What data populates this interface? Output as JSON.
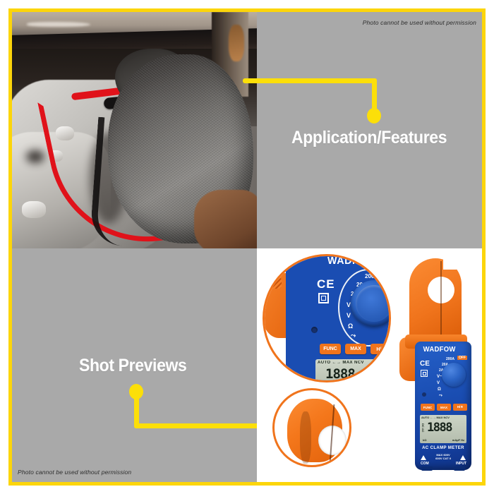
{
  "poster": {
    "frame_color": "#fcd50a",
    "panel_gray": "#a9a9a9",
    "accent_yellow": "#fcdf09",
    "product_orange": "#f0741c",
    "product_blue": "#1a4db2"
  },
  "watermark": {
    "top": "Photo cannot be used without permission",
    "bottom": "Photo cannot be used without permission"
  },
  "sections": {
    "application": {
      "heading": "Application/Features"
    },
    "shot_previews": {
      "heading": "Shot Previews"
    }
  },
  "product": {
    "brand": "WADFOW",
    "type_label": "AC CLAMP METER",
    "rating_line1": "MAX 600V",
    "rating_line2": "600V CAT II",
    "terminals": {
      "left": "COM",
      "right": "INPUT"
    },
    "certifications": {
      "ce": "CE",
      "double_insulation": "double-insulation-symbol"
    },
    "dial": {
      "off": "OFF",
      "positions": [
        "200A",
        "20A",
        "2A",
        "V~",
        "V",
        "Ω",
        "⤳"
      ]
    },
    "buttons": [
      "FUNC",
      "MAX",
      "H/☀"
    ],
    "display": {
      "annunciators": "AUTO  ←→  MAX  NCV",
      "digits": "1888",
      "unit_left": "DC AC",
      "unit_bottom_left": "kΩ",
      "unit_bottom_right": "mAµF Hz"
    }
  }
}
